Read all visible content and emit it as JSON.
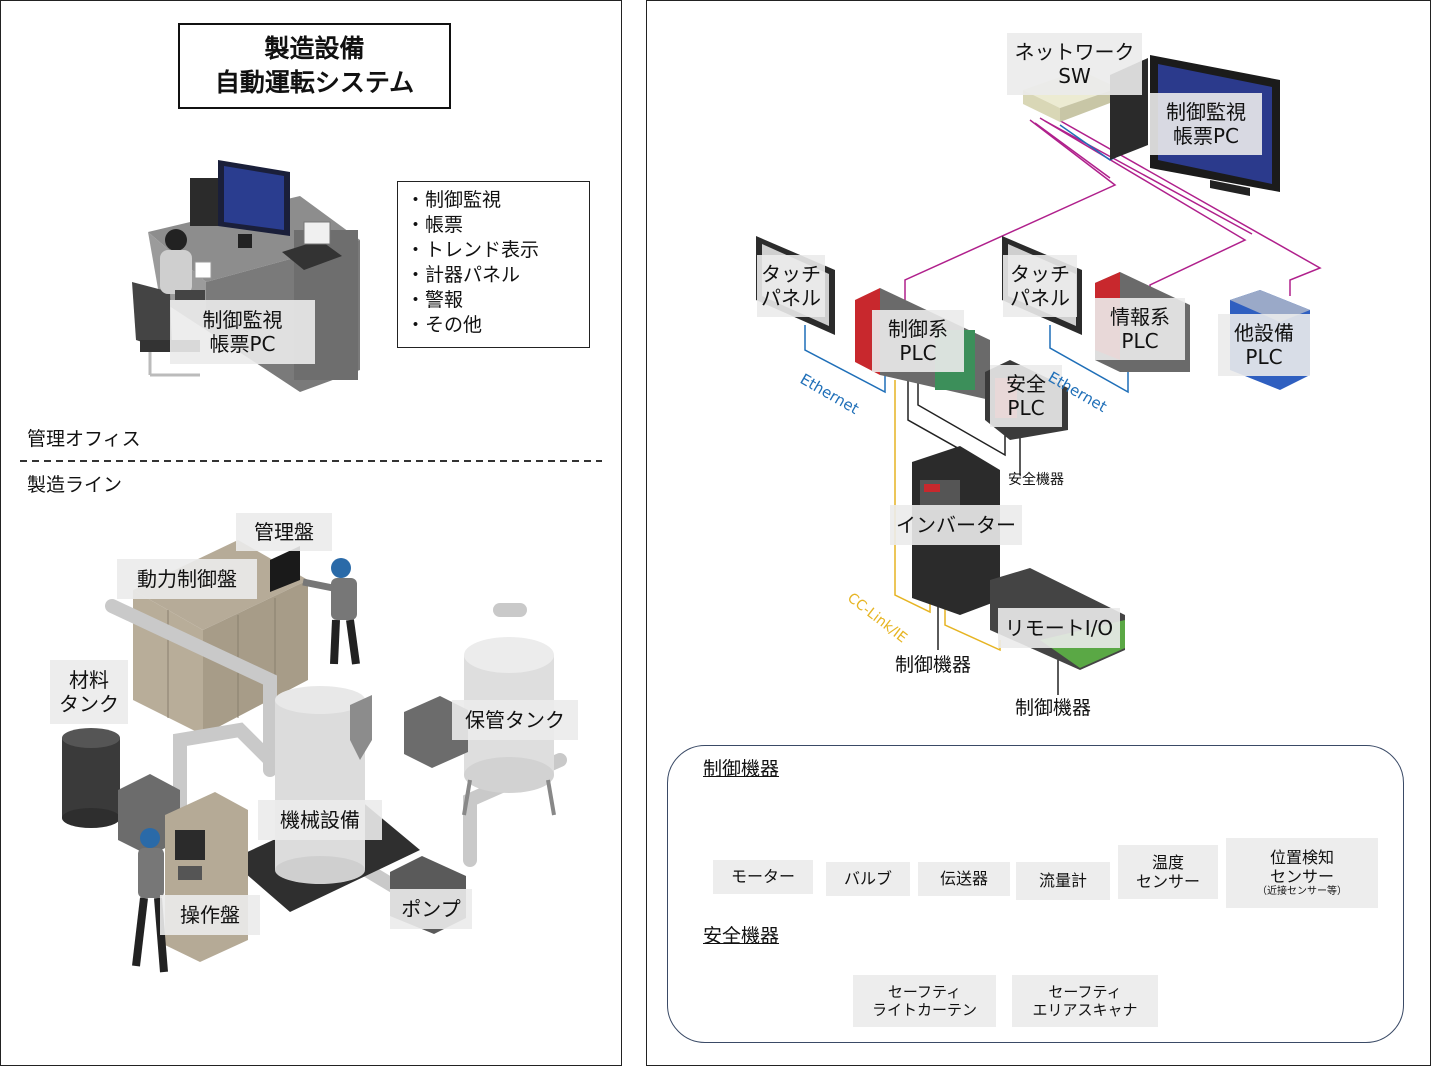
{
  "left": {
    "title": "製造設備\n自動運転システム",
    "features": [
      "・制御監視",
      "・帳票",
      "・トレンド表示",
      "・計器パネル",
      "・警報",
      "・その他"
    ],
    "office_pc_label": "制御監視\n帳票PC",
    "zone_office": "管理オフィス",
    "zone_line": "製造ライン",
    "equipment": {
      "management_panel": "管理盤",
      "power_panel": "動力制御盤",
      "material_tank": "材料\nタンク",
      "storage_tank": "保管タンク",
      "machine": "機械設備",
      "operation_panel": "操作盤",
      "pump": "ポンプ"
    }
  },
  "right": {
    "network_sw": "ネットワーク\nSW",
    "monitor_pc": "制御監視\n帳票PC",
    "touch_panel_1": "タッチ\nパネル",
    "touch_panel_2": "タッチ\nパネル",
    "control_plc": "制御系\nPLC",
    "safety_plc": "安全\nPLC",
    "info_plc": "情報系\nPLC",
    "other_plc": "他設備\nPLC",
    "safety_device": "安全機器",
    "inverter": "インバーター",
    "remote_io": "リモートI/O",
    "control_device_1": "制御機器",
    "control_device_2": "制御機器",
    "ethernet_1": "Ethernet",
    "ethernet_2": "Ethernet",
    "cclink": "CC-Link/IE",
    "legend": {
      "control_heading": "制御機器",
      "control_items": {
        "motor": "モーター",
        "valve": "バルブ",
        "transmitter": "伝送器",
        "flowmeter": "流量計",
        "temp_sensor": "温度\nセンサー",
        "position_sensor": "位置検知\nセンサー",
        "position_sensor_note": "（近接センサー等）"
      },
      "safety_heading": "安全機器",
      "safety_items": {
        "light_curtain": "セーフティ\nライトカーテン",
        "area_scanner": "セーフティ\nエリアスキャナ"
      }
    }
  },
  "colors": {
    "network_magenta": "#b0208c",
    "ethernet_blue": "#1f6fb8",
    "cclink_yellow": "#e6b422",
    "plc_red": "#c8282d",
    "plc_blue": "#2f5fc0",
    "legend_border": "#3a4a66"
  }
}
